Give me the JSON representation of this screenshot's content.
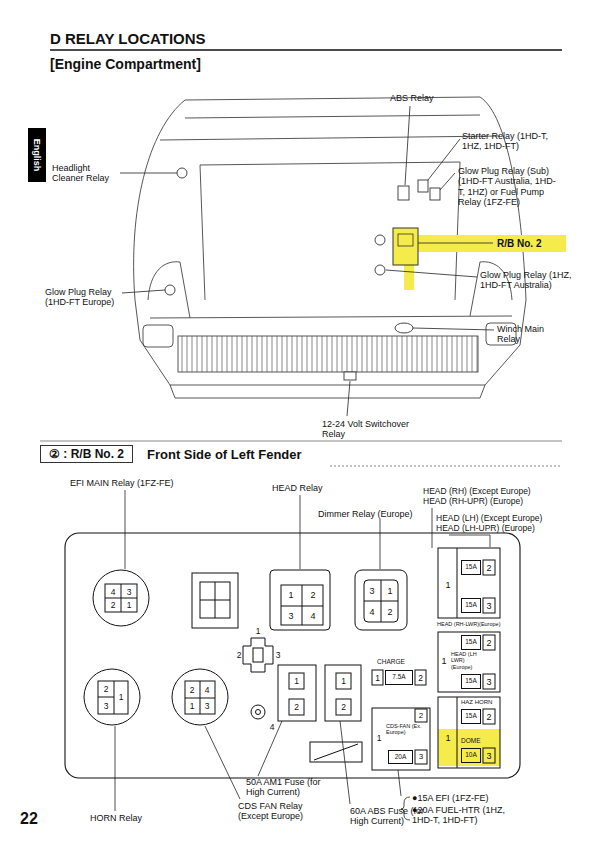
{
  "diagram": {
    "title": "D RELAY LOCATIONS",
    "nodes": [
      {
        "text": [
          "English"
        ]
      },
      {
        "text": [
          "② : R/B No. 2",
          "Front Side of Left Fender"
        ]
      },
      {
        "text": [
          "15A"
        ]
      },
      {
        "text": [
          "15A"
        ]
      },
      {
        "text": [
          "15A"
        ]
      },
      {
        "text": [
          "15A"
        ]
      },
      {
        "text": [
          "7.5A"
        ]
      },
      {
        "text": [
          "20A"
        ]
      },
      {
        "text": [
          "15A"
        ]
      },
      {
        "text": [
          "10A"
        ]
      }
    ],
    "labels": [
      "[Engine Compartment]",
      "ABS Relay",
      "Starter Relay (1HD-T, 1HZ, 1HD-FT)",
      "Headlight Cleaner Relay",
      "Glow Plug Relay (Sub) (1HD-FT Australia, 1HD-T, 1HZ) or Fuel Pump Relay (1FZ-FE)",
      "R/B No. 2",
      "Glow Plug Relay (1HZ, 1HD-FT Australia)",
      "Glow Plug Relay (1HD-FT Europe)",
      "Winch Main Relay",
      "12-24 Volt Switchover Relay",
      "EFI MAIN Relay (1FZ-FE)",
      "HEAD Relay",
      "HEAD (RH) (Except Europe)",
      "HEAD (RH-UPR) (Europe)",
      "Dimmer Relay (Europe)",
      "HEAD (LH) (Except Europe)",
      "HEAD (LH-UPR) (Europe)",
      "4",
      "3",
      "2",
      "1",
      "1",
      "2",
      "3",
      "4",
      "3",
      "1",
      "4",
      "2",
      "2",
      "1",
      "3",
      "HEAD (RH-LWR)(Europe)",
      "2",
      "1",
      "HEAD (LH LWR) (Europe)",
      "3",
      "HAZ HORN",
      "2",
      "1",
      "DOME",
      "3",
      "1",
      "2",
      "3",
      "4",
      "CHARGE",
      "1",
      "2",
      "1",
      "2",
      "1",
      "2",
      "2",
      "1",
      "CDS-FAN (Ex. Europe)",
      "3",
      "2",
      "1",
      "3",
      "2",
      "4",
      "1",
      "3",
      "50A AM1 Fuse (for High Current)",
      "HORN Relay",
      "CDS FAN Relay (Except Europe)",
      "60A ABS Fuse (for High Current)",
      "●15A EFI (1FZ-FE)",
      "●20A FUEL-HTR (1HZ, 1HD-T, 1HD-FT)",
      "22"
    ]
  }
}
